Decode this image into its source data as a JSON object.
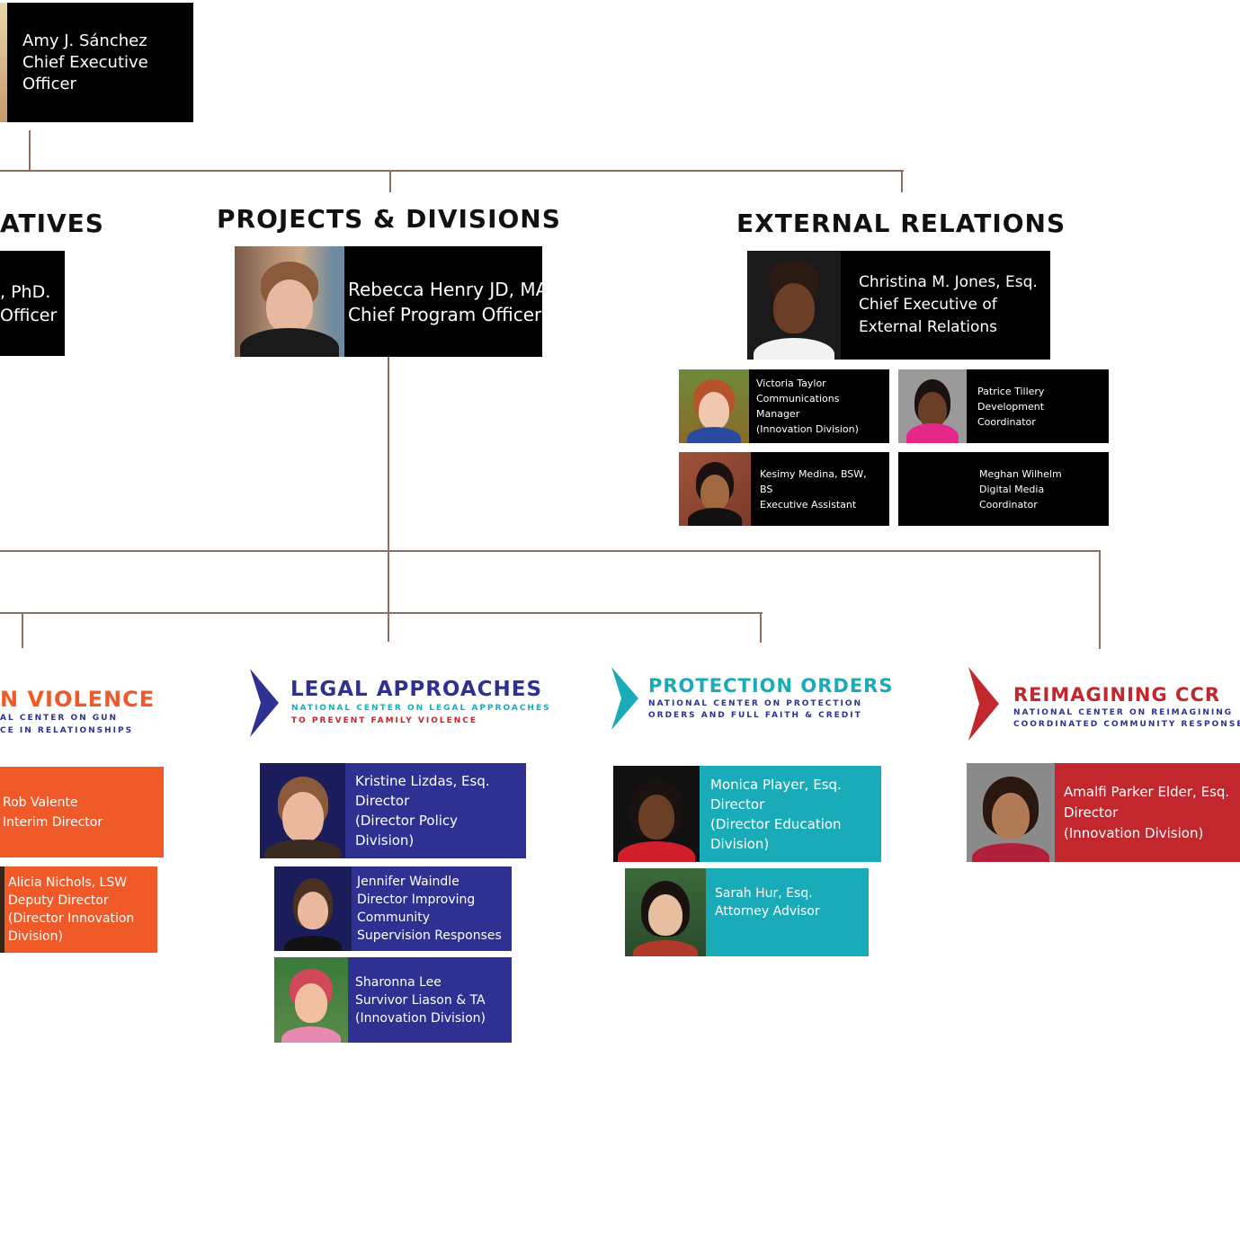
{
  "ceo": {
    "name": "Amy J. Sánchez",
    "title_line1": "Chief Executive",
    "title_line2": "Officer"
  },
  "sections": {
    "left_heading": "ATIVES",
    "projects_heading": "PROJECTS & DIVISIONS",
    "external_heading": "EXTERNAL RELATIONS"
  },
  "left_officer": {
    "line1": ", PhD.",
    "line2": "Officer"
  },
  "cpo": {
    "name": "Rebecca Henry JD, MA",
    "title": "Chief Program Officer"
  },
  "external": {
    "head": {
      "name": "Christina M. Jones, Esq.",
      "title_line1": "Chief Executive of",
      "title_line2": "External Relations"
    },
    "staff": [
      {
        "lines": [
          "Victoria Taylor",
          "Communications",
          "Manager",
          "(Innovation Division)"
        ]
      },
      {
        "lines": [
          "Patrice Tillery",
          "Development",
          "Coordinator"
        ]
      },
      {
        "lines": [
          "Kesimy Medina, BSW,",
          "BS",
          "Executive Assistant"
        ]
      },
      {
        "lines": [
          "Meghan Wilhelm",
          "Digital Media",
          "Coordinator"
        ]
      }
    ]
  },
  "divisions": {
    "gun_violence": {
      "title": "N VIOLENCE",
      "sub1": "AL CENTER ON GUN",
      "sub2": "CE IN RELATIONSHIPS",
      "color": "#f05a28",
      "staff": [
        {
          "lines": [
            "Rob Valente",
            "Interim Director"
          ]
        },
        {
          "lines": [
            "Alicia Nichols, LSW",
            "Deputy Director",
            "(Director Innovation",
            "Division)"
          ]
        }
      ]
    },
    "legal": {
      "title": "LEGAL APPROACHES",
      "sub1": "NATIONAL CENTER ON LEGAL APPROACHES",
      "sub2": "TO PREVENT FAMILY VIOLENCE",
      "color": "#2e3192",
      "staff": [
        {
          "lines": [
            "Kristine Lizdas, Esq.",
            "Director",
            "(Director Policy",
            "Division)"
          ]
        },
        {
          "lines": [
            "Jennifer Waindle",
            "Director Improving",
            "Community",
            "Supervision Responses"
          ]
        },
        {
          "lines": [
            "Sharonna Lee",
            "Survivor Liason & TA",
            "(Innovation Division)"
          ]
        }
      ]
    },
    "protection": {
      "title": "PROTECTION ORDERS",
      "sub1": "NATIONAL CENTER ON PROTECTION",
      "sub2": "ORDERS AND FULL FAITH & CREDIT",
      "color": "#1aabb8",
      "staff": [
        {
          "lines": [
            "Monica Player, Esq.",
            "Director",
            "(Director Education",
            "Division)"
          ]
        },
        {
          "lines": [
            "Sarah Hur, Esq.",
            "Attorney Advisor"
          ]
        }
      ]
    },
    "ccr": {
      "title": "REIMAGINING CCR",
      "sub1": "NATIONAL CENTER ON REIMAGINING",
      "sub2": "COORDINATED COMMUNITY RESPONSE",
      "color": "#c1272d",
      "staff": [
        {
          "lines": [
            "Amalfi Parker Elder, Esq.",
            "Director",
            "(Innovation Division)"
          ]
        }
      ]
    }
  },
  "colors": {
    "connector": "#8a6f66",
    "card_dark": "#000000"
  }
}
